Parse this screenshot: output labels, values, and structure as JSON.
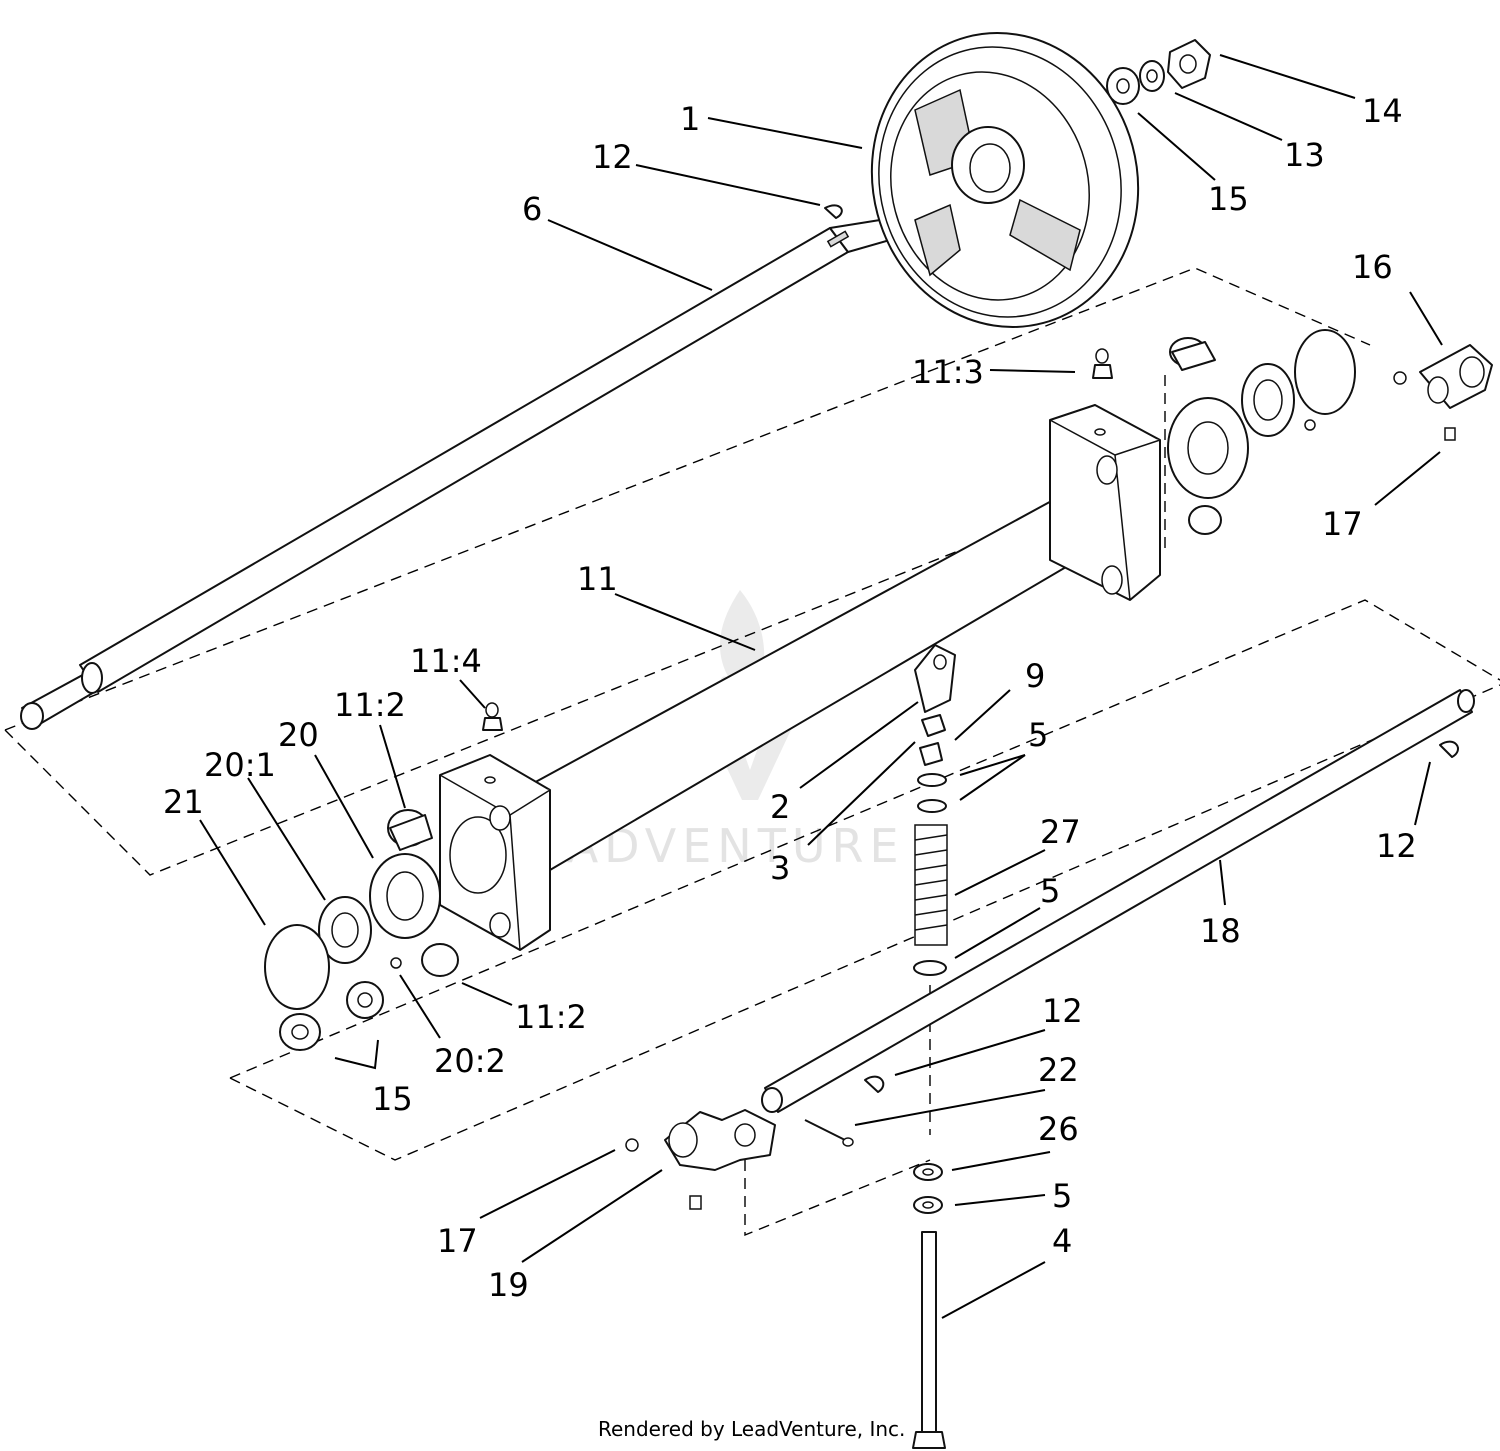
{
  "diagram": {
    "callouts": [
      {
        "id": "c1",
        "label": "1"
      },
      {
        "id": "c12a",
        "label": "12"
      },
      {
        "id": "c6",
        "label": "6"
      },
      {
        "id": "c14",
        "label": "14"
      },
      {
        "id": "c13",
        "label": "13"
      },
      {
        "id": "c15a",
        "label": "15"
      },
      {
        "id": "c16",
        "label": "16"
      },
      {
        "id": "c11_3",
        "label": "11:3"
      },
      {
        "id": "c17a",
        "label": "17"
      },
      {
        "id": "c11",
        "label": "11"
      },
      {
        "id": "c11_4",
        "label": "11:4"
      },
      {
        "id": "c9",
        "label": "9"
      },
      {
        "id": "c11_2a",
        "label": "11:2"
      },
      {
        "id": "c20",
        "label": "20"
      },
      {
        "id": "c5a",
        "label": "5"
      },
      {
        "id": "c20_1",
        "label": "20:1"
      },
      {
        "id": "c21",
        "label": "21"
      },
      {
        "id": "c2",
        "label": "2"
      },
      {
        "id": "c27",
        "label": "27"
      },
      {
        "id": "c12b",
        "label": "12"
      },
      {
        "id": "c3",
        "label": "3"
      },
      {
        "id": "c5b",
        "label": "5"
      },
      {
        "id": "c18",
        "label": "18"
      },
      {
        "id": "c11_2b",
        "label": "11:2"
      },
      {
        "id": "c12c",
        "label": "12"
      },
      {
        "id": "c20_2",
        "label": "20:2"
      },
      {
        "id": "c22",
        "label": "22"
      },
      {
        "id": "c15b",
        "label": "15"
      },
      {
        "id": "c26",
        "label": "26"
      },
      {
        "id": "c5c",
        "label": "5"
      },
      {
        "id": "c17b",
        "label": "17"
      },
      {
        "id": "c4",
        "label": "4"
      },
      {
        "id": "c19",
        "label": "19"
      }
    ],
    "watermark": "LEADVENTURE",
    "credit": "Rendered by LeadVenture, Inc."
  }
}
